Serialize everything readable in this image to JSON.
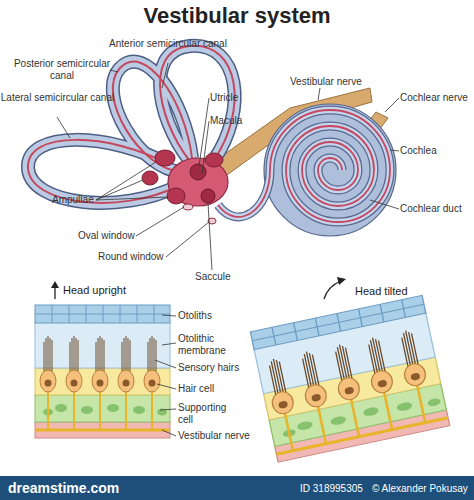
{
  "diagram": {
    "title": "Vestibular system",
    "nodes": [
      {
        "text": [
          "dreamstime.com",
          "ID 318995305",
          "© Alexander Pokusay"
        ]
      }
    ],
    "labels": [
      "Anterior semicircular canal",
      "Posterior semicircular canal",
      "Lateral semicircular canal",
      "Utricle",
      "Macula",
      "Vestibular nerve",
      "Cochlear nerve",
      "Cochlea",
      "Cochlear duct",
      "Ampullae",
      "Oval window",
      "Round window",
      "Saccule",
      "Head upright",
      "Head tilted",
      "Otoliths",
      "Otolithic membrane",
      "Sensory hairs",
      "Hair cell",
      "Supporting cell",
      "Vestibular nerve"
    ]
  }
}
